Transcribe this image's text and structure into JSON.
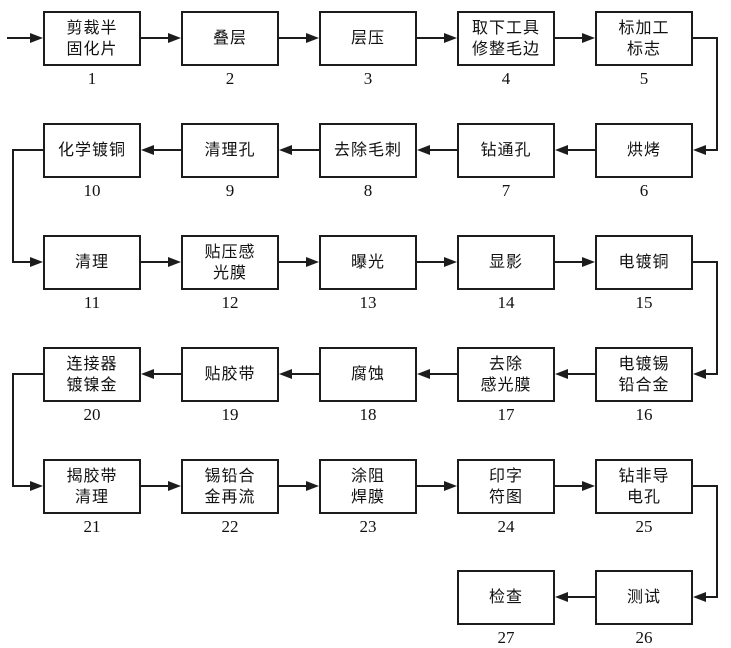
{
  "diagram": {
    "description": "serpentine process flowchart, 27 numbered steps",
    "background_color": "#ffffff",
    "line_color": "#1c1c1c",
    "text_color": "#111111",
    "nodes": [
      {
        "num": "1",
        "lines": [
          "剪裁半",
          "固化片"
        ],
        "row": 0,
        "col": 0
      },
      {
        "num": "2",
        "lines": [
          "叠层"
        ],
        "row": 0,
        "col": 1
      },
      {
        "num": "3",
        "lines": [
          "层压"
        ],
        "row": 0,
        "col": 2
      },
      {
        "num": "4",
        "lines": [
          "取下工具",
          "修整毛边"
        ],
        "row": 0,
        "col": 3
      },
      {
        "num": "5",
        "lines": [
          "标加工",
          "标志"
        ],
        "row": 0,
        "col": 4
      },
      {
        "num": "6",
        "lines": [
          "烘烤"
        ],
        "row": 1,
        "col": 4
      },
      {
        "num": "7",
        "lines": [
          "钻通孔"
        ],
        "row": 1,
        "col": 3
      },
      {
        "num": "8",
        "lines": [
          "去除毛刺"
        ],
        "row": 1,
        "col": 2
      },
      {
        "num": "9",
        "lines": [
          "清理孔"
        ],
        "row": 1,
        "col": 1
      },
      {
        "num": "10",
        "lines": [
          "化学镀铜"
        ],
        "row": 1,
        "col": 0
      },
      {
        "num": "11",
        "lines": [
          "清理"
        ],
        "row": 2,
        "col": 0
      },
      {
        "num": "12",
        "lines": [
          "贴压感",
          "光膜"
        ],
        "row": 2,
        "col": 1
      },
      {
        "num": "13",
        "lines": [
          "曝光"
        ],
        "row": 2,
        "col": 2
      },
      {
        "num": "14",
        "lines": [
          "显影"
        ],
        "row": 2,
        "col": 3
      },
      {
        "num": "15",
        "lines": [
          "电镀铜"
        ],
        "row": 2,
        "col": 4
      },
      {
        "num": "16",
        "lines": [
          "电镀锡",
          "铅合金"
        ],
        "row": 3,
        "col": 4
      },
      {
        "num": "17",
        "lines": [
          "去除",
          "感光膜"
        ],
        "row": 3,
        "col": 3
      },
      {
        "num": "18",
        "lines": [
          "腐蚀"
        ],
        "row": 3,
        "col": 2
      },
      {
        "num": "19",
        "lines": [
          "贴胶带"
        ],
        "row": 3,
        "col": 1
      },
      {
        "num": "20",
        "lines": [
          "连接器",
          "镀镍金"
        ],
        "row": 3,
        "col": 0
      },
      {
        "num": "21",
        "lines": [
          "揭胶带",
          "清理"
        ],
        "row": 4,
        "col": 0
      },
      {
        "num": "22",
        "lines": [
          "锡铅合",
          "金再流"
        ],
        "row": 4,
        "col": 1
      },
      {
        "num": "23",
        "lines": [
          "涂阻",
          "焊膜"
        ],
        "row": 4,
        "col": 2
      },
      {
        "num": "24",
        "lines": [
          "印字",
          "符图"
        ],
        "row": 4,
        "col": 3
      },
      {
        "num": "25",
        "lines": [
          "钻非导",
          "电孔"
        ],
        "row": 4,
        "col": 4
      },
      {
        "num": "26",
        "lines": [
          "测试"
        ],
        "row": 5,
        "col": 4
      },
      {
        "num": "27",
        "lines": [
          "检查"
        ],
        "row": 5,
        "col": 3
      }
    ],
    "edges": [
      {
        "from": "start",
        "to": "1"
      },
      {
        "from": "1",
        "to": "2"
      },
      {
        "from": "2",
        "to": "3"
      },
      {
        "from": "3",
        "to": "4"
      },
      {
        "from": "4",
        "to": "5"
      },
      {
        "from": "5",
        "to": "6"
      },
      {
        "from": "6",
        "to": "7"
      },
      {
        "from": "7",
        "to": "8"
      },
      {
        "from": "8",
        "to": "9"
      },
      {
        "from": "9",
        "to": "10"
      },
      {
        "from": "10",
        "to": "11"
      },
      {
        "from": "11",
        "to": "12"
      },
      {
        "from": "12",
        "to": "13"
      },
      {
        "from": "13",
        "to": "14"
      },
      {
        "from": "14",
        "to": "15"
      },
      {
        "from": "15",
        "to": "16"
      },
      {
        "from": "16",
        "to": "17"
      },
      {
        "from": "17",
        "to": "18"
      },
      {
        "from": "18",
        "to": "19"
      },
      {
        "from": "19",
        "to": "20"
      },
      {
        "from": "20",
        "to": "21"
      },
      {
        "from": "21",
        "to": "22"
      },
      {
        "from": "22",
        "to": "23"
      },
      {
        "from": "23",
        "to": "24"
      },
      {
        "from": "24",
        "to": "25"
      },
      {
        "from": "25",
        "to": "26"
      },
      {
        "from": "26",
        "to": "27"
      }
    ]
  }
}
